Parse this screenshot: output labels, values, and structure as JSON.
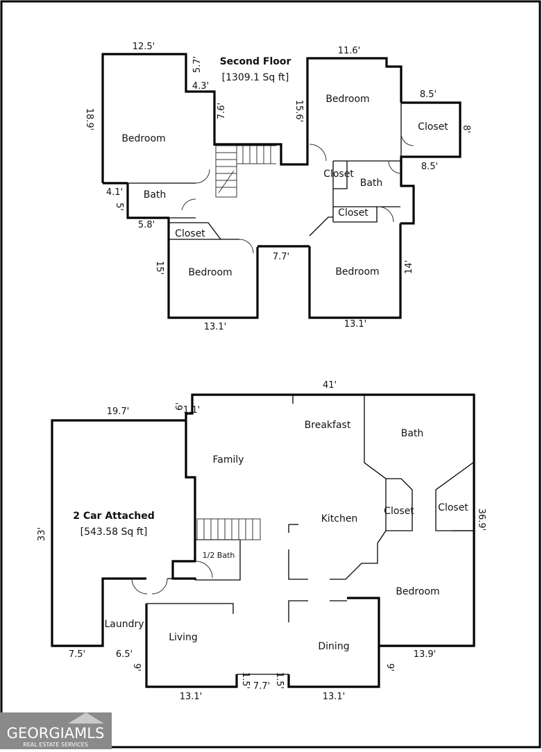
{
  "second_floor": {
    "title": "Second Floor",
    "area": "[1309.1 Sq ft]",
    "rooms": {
      "bedroom_nw": "Bedroom",
      "bedroom_ne": "Bedroom",
      "closet_ne": "Closet",
      "closet_center": "Closet",
      "bath_center": "Bath",
      "closet_lower": "Closet",
      "bath_west": "Bath",
      "closet_west": "Closet",
      "bedroom_sw": "Bedroom",
      "bedroom_se": "Bedroom"
    },
    "dims": {
      "top_nw": "12.5'",
      "notch_57": "5.7'",
      "notch_43": "4.3'",
      "left_189": "18.9'",
      "v_76": "7.6'",
      "top_ne": "11.6'",
      "v_156": "15.6'",
      "closet_top": "8.5'",
      "closet_side": "8'",
      "closet_bottom": "8.5'",
      "d_41": "4.1'",
      "d_5": "5'",
      "d_58": "5.8'",
      "d_15": "15'",
      "d_77": "7.7'",
      "d_14": "14'",
      "bottom_sw": "13.1'",
      "bottom_se": "13.1'"
    }
  },
  "first_floor": {
    "garage_title": "2 Car Attached",
    "garage_area": "[543.58 Sq ft]",
    "rooms": {
      "breakfast": "Breakfast",
      "bath": "Bath",
      "family": "Family",
      "kitchen": "Kitchen",
      "closet_a": "Closet",
      "closet_b": "Closet",
      "half_bath": "1/2 Bath",
      "bedroom": "Bedroom",
      "laundry": "Laundry",
      "living": "Living",
      "dining": "Dining"
    },
    "dims": {
      "top": "41'",
      "garage_top": "19.7'",
      "small_6": "6'",
      "small_11": "1.1'",
      "right_369": "36.9'",
      "left_33": "33'",
      "bottom_75": "7.5'",
      "bottom_65": "6.5'",
      "v_9a": "9'",
      "bottom_131a": "13.1'",
      "b15a": "1.5'",
      "b77": "7.7'",
      "b15b": "1.5'",
      "bottom_131b": "13.1'",
      "v_9b": "9'",
      "bottom_139": "13.9'"
    }
  },
  "branding": {
    "logo_main": "GEORGIAMLS",
    "logo_sub": "REAL ESTATE SERVICES"
  },
  "colors": {
    "wall": "#000000",
    "logo_bg": "#8a8a8a",
    "logo_text": "#ffffff"
  }
}
